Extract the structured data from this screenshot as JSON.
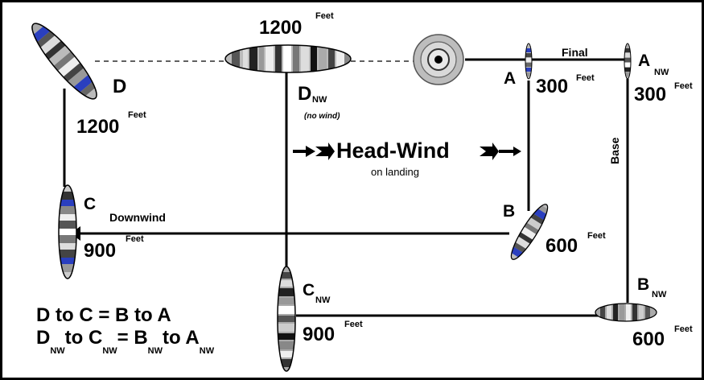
{
  "labels": {
    "d_top_alt": "1200",
    "feet": "Feet",
    "d": "D",
    "d_nw": "D",
    "nw": "NW",
    "no_wind": "(no wind)",
    "d_alt": "1200",
    "c": "C",
    "c_alt": "900",
    "downwind": "Downwind",
    "cnw": "C",
    "cnw_alt": "900",
    "head_wind": "Head-Wind",
    "on_landing": "on landing",
    "a": "A",
    "a_alt": "300",
    "final": "Final",
    "anw": "A",
    "anw_alt": "300",
    "base": "Base",
    "b": "B",
    "b_alt": "600",
    "bnw": "B",
    "bnw_alt": "600",
    "eq1": "D to C = B to A",
    "eq2_d": "D",
    "eq2_to1": "to C",
    "eq2_eq": "= B",
    "eq2_to2": "to A"
  }
}
